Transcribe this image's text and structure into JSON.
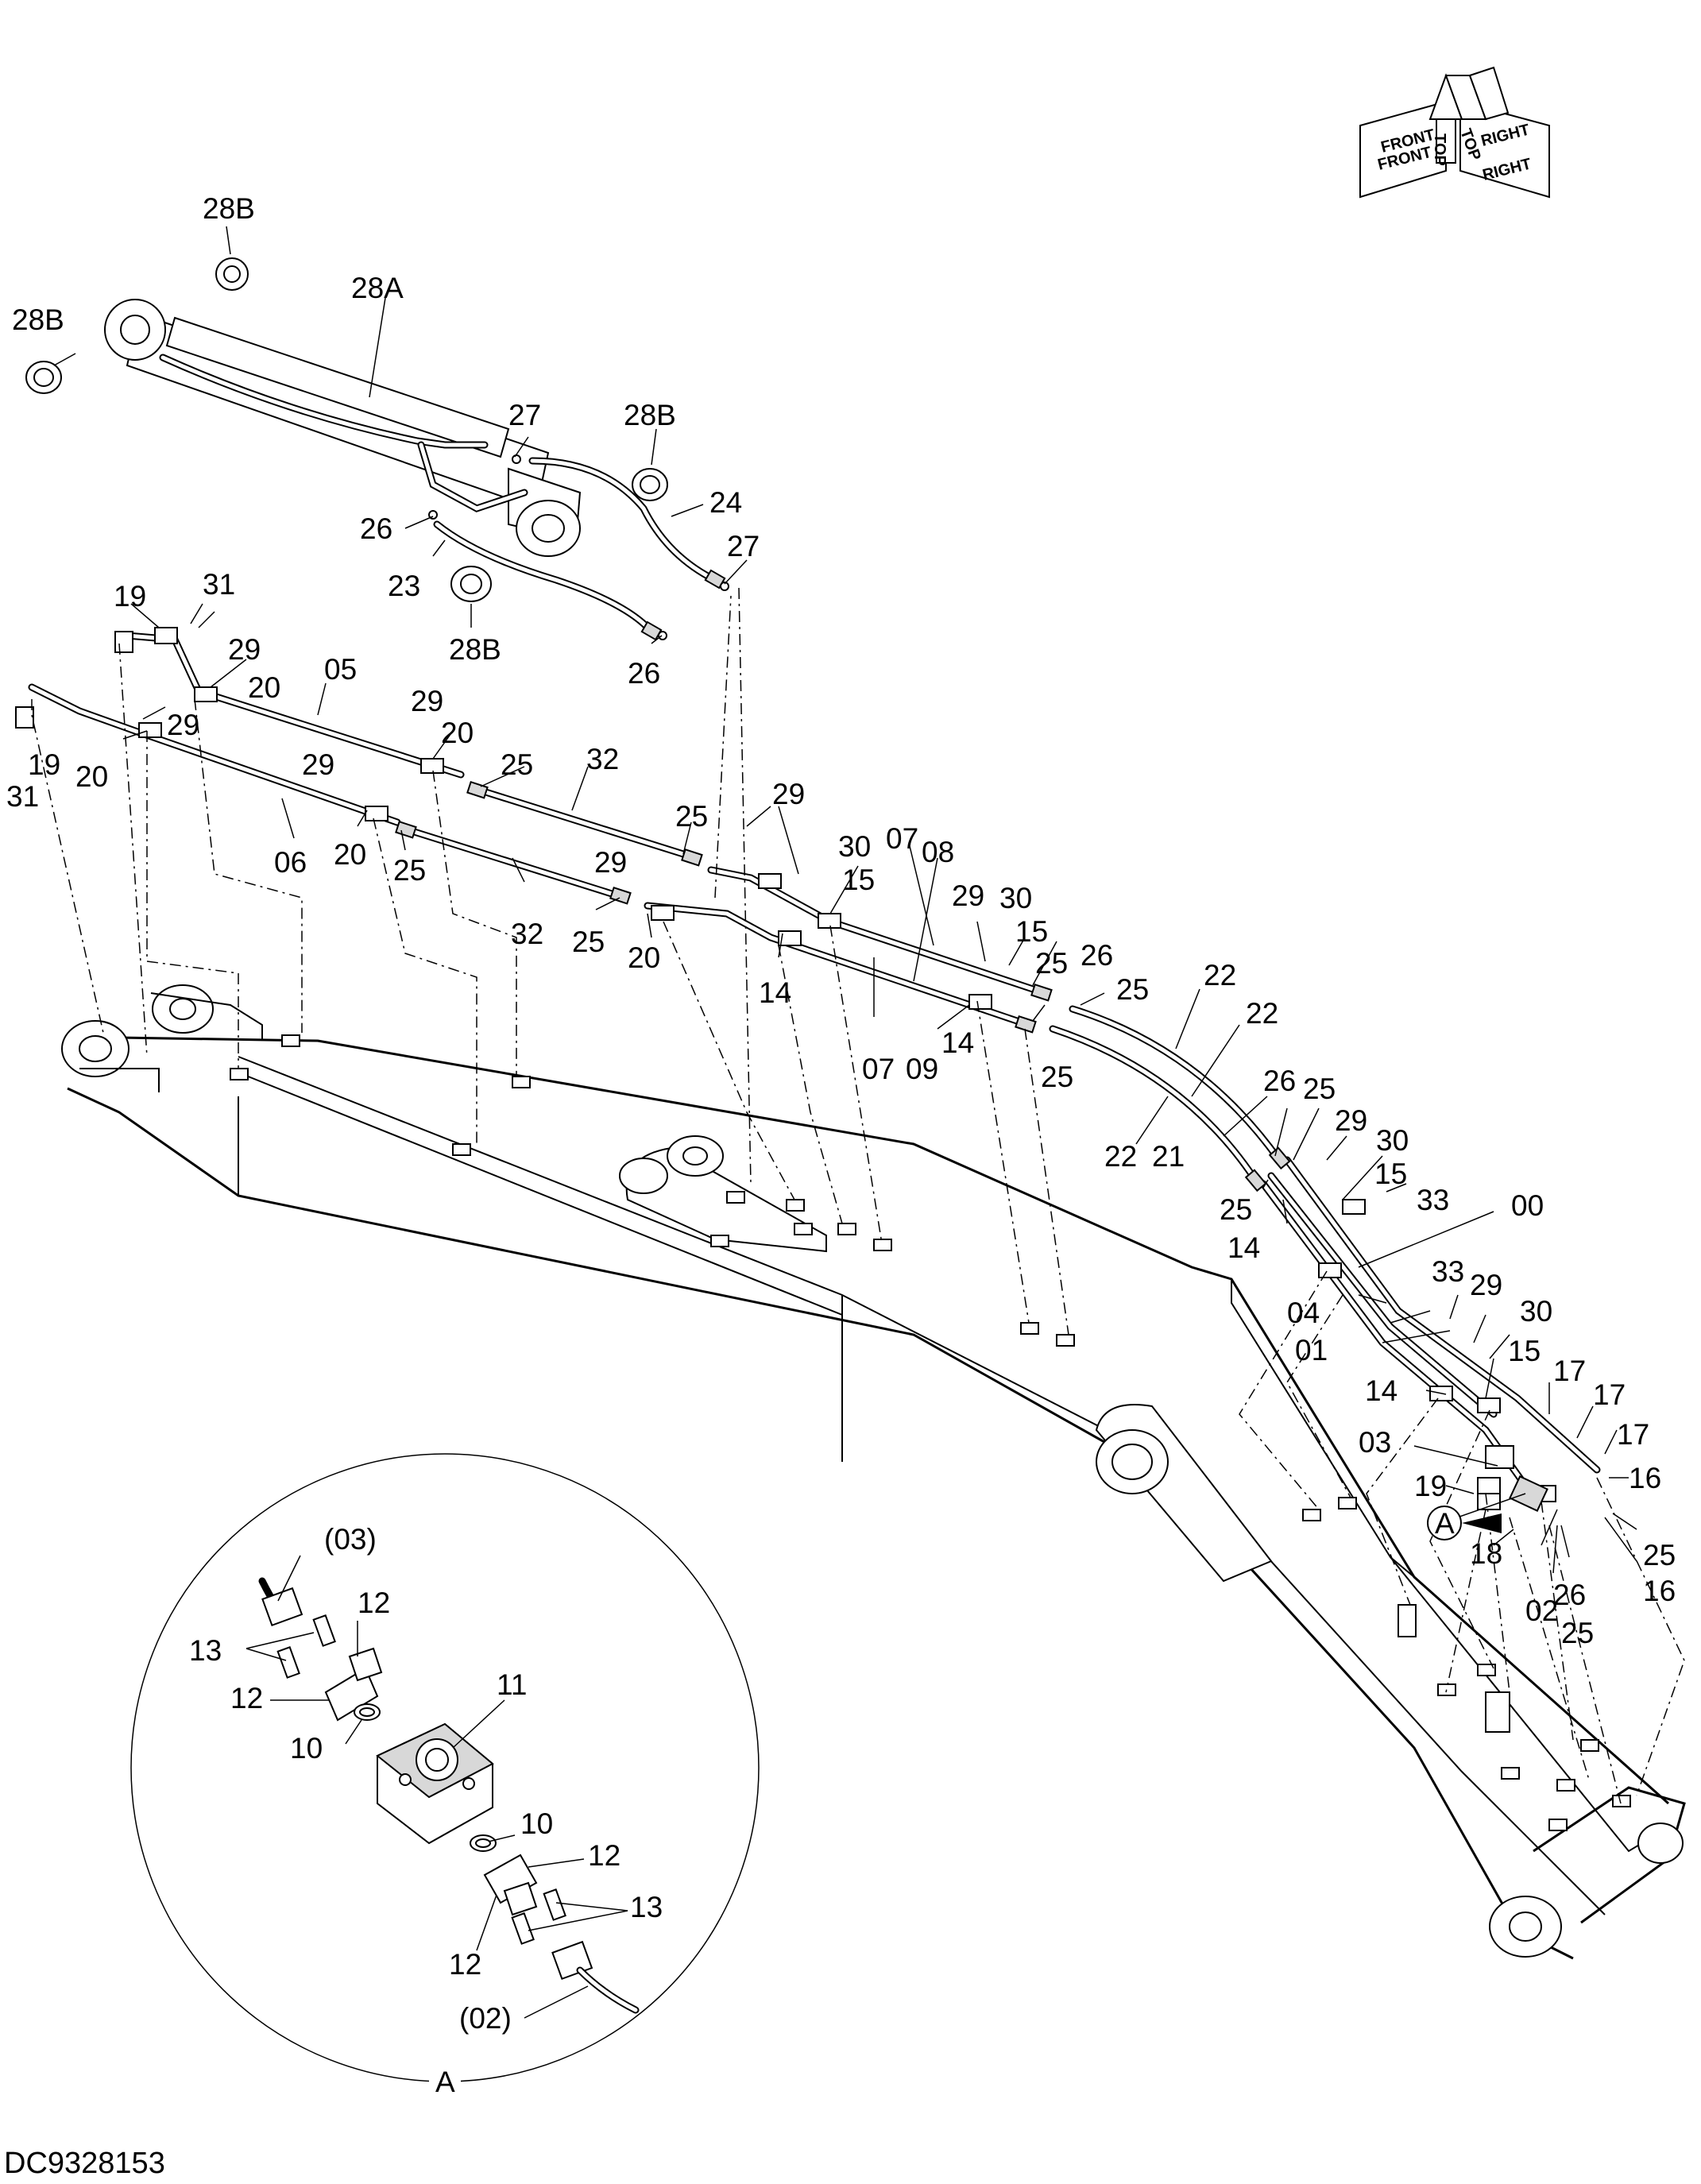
{
  "drawing_id": "DC9328153",
  "orientation": {
    "front": "FRONT",
    "top": "TOP",
    "right": "RIGHT"
  },
  "detail": {
    "marker": "A",
    "labels": [
      "(03)",
      "12",
      "13",
      "12",
      "10",
      "11",
      "10",
      "12",
      "13",
      "12",
      "(02)"
    ]
  },
  "part_labels": [
    "28B",
    "28A",
    "28B",
    "27",
    "28B",
    "24",
    "26",
    "23",
    "27",
    "28B",
    "26",
    "19",
    "31",
    "29",
    "20",
    "05",
    "29",
    "20",
    "29",
    "25",
    "32",
    "29",
    "19",
    "20",
    "31",
    "06",
    "20",
    "25",
    "32",
    "25",
    "20",
    "29",
    "25",
    "29",
    "30",
    "07",
    "08",
    "15",
    "29",
    "30",
    "15",
    "25",
    "26",
    "25",
    "14",
    "07",
    "09",
    "14",
    "25",
    "22",
    "22",
    "22",
    "21",
    "26",
    "25",
    "29",
    "30",
    "15",
    "33",
    "00",
    "25",
    "14",
    "33",
    "29",
    "30",
    "04",
    "01",
    "15",
    "17",
    "14",
    "17",
    "17",
    "03",
    "16",
    "19",
    "A",
    "18",
    "25",
    "26",
    "16",
    "02",
    "25"
  ]
}
